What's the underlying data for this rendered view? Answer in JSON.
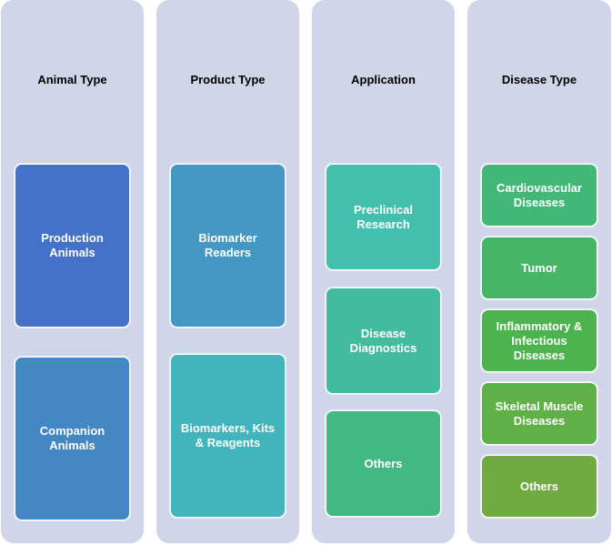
{
  "columns": [
    {
      "title": "Animal Type",
      "items": [
        {
          "label": "Production\nAnimals",
          "color": "#4472c8"
        },
        {
          "label": "Companion\nAnimals",
          "color": "#4387c3"
        }
      ]
    },
    {
      "title": "Product Type",
      "items": [
        {
          "label": "Biomarker\nReaders",
          "color": "#4399c3"
        },
        {
          "label": "Biomarkers, Kits\n& Reagents",
          "color": "#42b4bd"
        }
      ]
    },
    {
      "title": "Application",
      "items": [
        {
          "label": "Preclinical\nResearch",
          "color": "#42bfae"
        },
        {
          "label": "Disease\nDiagnostics",
          "color": "#42bc9c"
        },
        {
          "label": "Others",
          "color": "#42b883"
        }
      ]
    },
    {
      "title": "Disease Type",
      "items": [
        {
          "label": "Cardiovascular\nDiseases",
          "color": "#42b877"
        },
        {
          "label": "Tumor",
          "color": "#45b666"
        },
        {
          "label": "Inflammatory &\nInfectious\nDiseases",
          "color": "#4db34e"
        },
        {
          "label": "Skeletal Muscle\nDiseases",
          "color": "#5fb046"
        },
        {
          "label": "Others",
          "color": "#72aa42"
        }
      ]
    }
  ]
}
